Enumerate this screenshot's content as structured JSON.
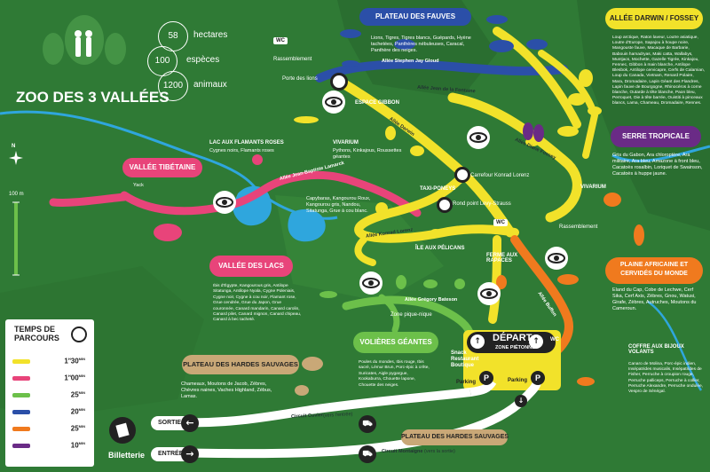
{
  "title": "ZOO DES 3 VALLÉES",
  "stats": [
    {
      "value": "58",
      "unit": "hectares"
    },
    {
      "value": "100",
      "unit": "espèces"
    },
    {
      "value": "1200",
      "unit": "animaux"
    }
  ],
  "scale": "100 m",
  "compass": "N",
  "zones": {
    "fauves": "PLATEAU DES FAUVES",
    "darwin": "ALLÉE DARWIN / FOSSEY",
    "serre": "SERRE TROPICALE",
    "plaine": "PLAINE AFRICAINE ET CERVIDÉS DU MONDE",
    "tibetaine": "VALLÉE TIBÉTAINE",
    "lacs": "VALLÉE DES LACS",
    "volieres": "VOLIÈRES GÉANTES",
    "hardes_left": "PLATEAU DES HARDES SAUVAGES",
    "hardes_bottom": "PLATEAU DES HARDES SAUVAGES"
  },
  "descriptions": {
    "fauves": "Lions, Tigres, Tigres blancs, Guépards, Hyène tachetées, Panthères nébuleuses, Caracal, Panthère des neiges.",
    "darwin": "Loup arctique, Raton laveur, Loutre asiatique, Loutre d'Europe, Sapajou à houpe noire, Mangouste fauve, Macaque de Barbarie, Babouin hamadryas, Maki catta, Wallabys, Muntjacs, Mochette, Gazelle Tigrée, Kinkajou, Fennec, Gibbon à main blanche, Antilope Blesbok, Antilope cervicapre, Cerfs de Calamian, Loup du Canada, Vietnam, Renard Polaire, Mara, Dromadaire, Lapin Géant des Flandres, Lapin fauve de Bourgogne, Rhinocéros à corne blanche, Outarde à tête blanche, Paon bleu, Perroquet, Oie à tête barrée, Ouistiti à pinceaux blancs, Lama, Chameau, Dromadaire, Rennes.",
    "serre": "Gris du Gabon, Ara chloroptère, Ara militaire, Ara bleu, Amazone à front bleu, Cacatoès rosalbin, Loriquet de Swainson, Cacatoès à huppe jaune.",
    "plaine": "Eland du Cap, Cobe de Lechwe, Cerf Sika, Cerf Axis, Zèbres, Gnou, Watusi, Girafe, Zèbres, Autruches, Moutons du Cameroun.",
    "tibetaine": "Yack",
    "flamants": "Cygnes noirs, Flamants roses",
    "vivarium": "Pythons, Kinkajous, Roussettes géantes",
    "capybara": "Capybaras, Kangourou Roux, Kangourou gris, Nandou, Sitatunga, Grue à cou blanc.",
    "lacs": "Ibis d'Égypte, Kangourous gris, Antilope Sitatunga, Antilope Nyala, Cygne Poleniais, Cygne noir, Cygne à cou noir, Flamant rose, Grue cendrée, Grue du Japon, Grue couronnée, Canard mandarin, Canard carolin, Canard pilet, Canard mignon, Canard chipeau, Canard à bec tacheté.",
    "volieres": "Poules du mondes, Ibis rouge, Ibis sacré, Lémur Brun, Porc-épic à crête, Suricates, Aigle pygargue, Kookaburra, Chouette lapone, Chouette des neiges.",
    "hardes_left": "Chameaux, Moutons de Jacob, Zèbres, Chèvres naines, Vaches Highland, Zébus, Lamas.",
    "coffre": "Canaro de Molina, Porc-épic indien, Insépatrides musicalis, Insépatrides de Fisher, Perruche à croupion rouge, Perruche palliceps, Perruche à collier, Perruche Alexandre, Perruche ondulée, Vespro de Sénégal."
  },
  "places": {
    "lac_flamants": "LAC AUX FLAMANTS ROSES",
    "vivarium_left": "VIVARIUM",
    "vivarium_right": "VIVARIUM",
    "espace_gibbon": "ESPACE GIBBON",
    "porte_lions": "Porte des lions",
    "carrefour": "Carrefour Konrad Lorenz",
    "rond_point": "Rond point Levy-Strauss",
    "taxi_poneys": "TAXI-PONEYS",
    "ile_pelicans": "ÎLE AUX PÉLICANS",
    "ferme": "FERME AUX RAPACES",
    "coffre": "COFFRE AUX BIJOUX VOLANTS",
    "depart": "DÉPART",
    "zone_pietonne": "ZONE PIÉTONNE",
    "snack": "Snack Restaurant Boutique",
    "parking1": "Parking",
    "parking2": "Parking",
    "pique_nique": "Zone pique-nique",
    "billetterie": "Billetterie",
    "sortie": "SORTIE",
    "entree": "ENTRÉE",
    "rassemblement_left": "Rassemblement",
    "rassemblement_right": "Rassemblement",
    "wc_top": "WC",
    "wc_mid": "WC",
    "wc_depart": "WC"
  },
  "roads": {
    "stephen": "Allée Stephen Jay Gloud",
    "fontaine": "Allée Jean de la Fontaine",
    "darwin": "Allée Darwin",
    "diane": "Allée Diane Fossey",
    "lamarck": "Allée Jean-Baptiste Lamarck",
    "konrad": "Allée Konrad Lorenz",
    "gregory": "Allée Grégory Bateson",
    "buffon": "Allée Buffon",
    "cuvier": "Circuit Cuvier",
    "cuvier_note": "(vers l'entrée)",
    "montaigne": "Circuit Montaigne",
    "montaigne_note": "(vers la sortie)"
  },
  "legend": {
    "title": "TEMPS DE PARCOURS",
    "rows": [
      {
        "color": "#f2e22a",
        "time": "1",
        "unit1": "H",
        "mins": "30",
        "unit2": "MIN"
      },
      {
        "color": "#e8447a",
        "time": "1",
        "unit1": "H",
        "mins": "00",
        "unit2": "MIN"
      },
      {
        "color": "#6cc04a",
        "time": "",
        "unit1": "",
        "mins": "25",
        "unit2": "MIN"
      },
      {
        "color": "#2b4fa8",
        "time": "",
        "unit1": "",
        "mins": "20",
        "unit2": "MIN"
      },
      {
        "color": "#f07a1e",
        "time": "",
        "unit1": "",
        "mins": "25",
        "unit2": "MIN"
      },
      {
        "color": "#6a2b86",
        "time": "",
        "unit1": "",
        "mins": "10",
        "unit2": "MIN"
      }
    ]
  },
  "colors": {
    "yellow": "#f2e22a",
    "pink": "#e8447a",
    "green": "#6cc04a",
    "blue": "#2b4fa8",
    "orange": "#f07a1e",
    "purple": "#6a2b86",
    "background": "#2f7a35",
    "water": "#2fa6dd",
    "white_path": "#ffffff"
  },
  "icons": [
    "eye-icon",
    "compass-icon",
    "ticket-icon",
    "car-icon",
    "arrow-left-icon",
    "arrow-right-icon",
    "arrow-up-icon",
    "clock-icon",
    "wc-icon",
    "parking-icon",
    "picnic-icon"
  ]
}
